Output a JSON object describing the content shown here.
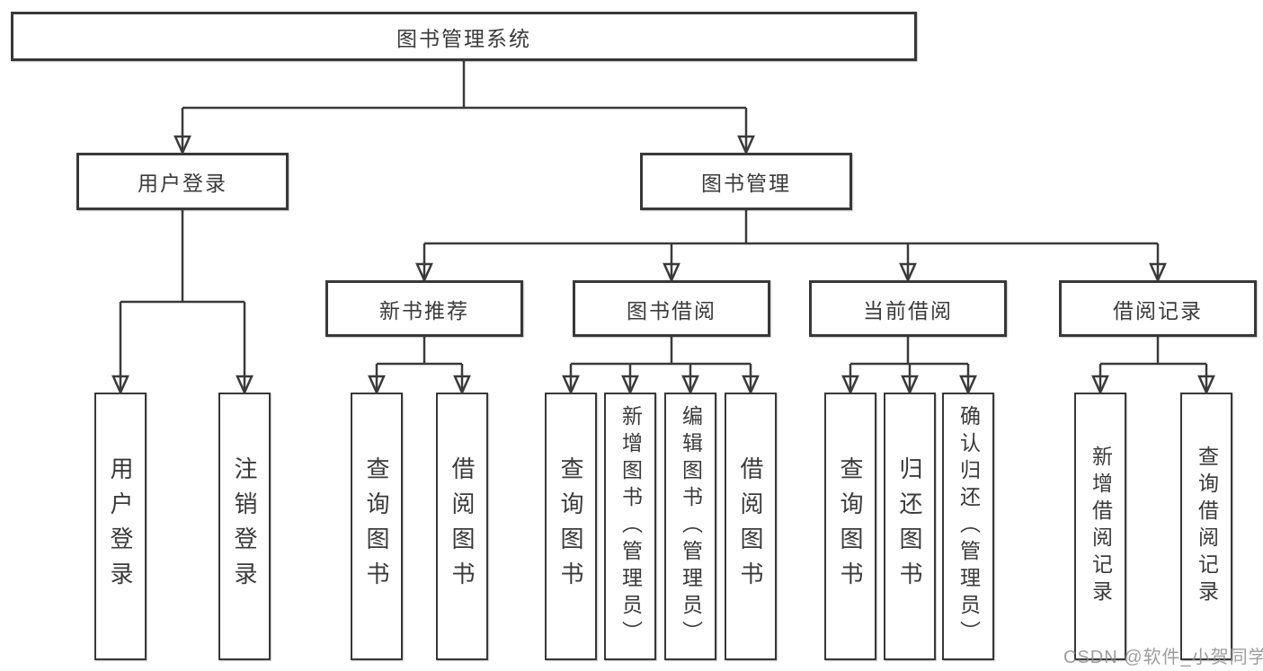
{
  "diagram": {
    "root": "图书管理系统",
    "branches": [
      {
        "label": "用户登录",
        "leaves": [
          "用户登录",
          "注销登录"
        ]
      },
      {
        "label": "图书管理",
        "children": [
          {
            "label": "新书推荐",
            "leaves": [
              "查询图书",
              "借阅图书"
            ]
          },
          {
            "label": "图书借阅",
            "leaves": [
              "查询图书",
              "新增图书（管理员）",
              "编辑图书（管理员）",
              "借阅图书"
            ]
          },
          {
            "label": "当前借阅",
            "leaves": [
              "查询图书",
              "归还图书",
              "确认归还（管理员）"
            ]
          },
          {
            "label": "借阅记录",
            "leaves": [
              "新增借阅记录",
              "查询借阅记录"
            ]
          }
        ]
      }
    ]
  },
  "watermark": "CSDN @软件_小贺同学",
  "colors": {
    "line": "#3a3a3a",
    "box_border": "#383838",
    "text": "#3a3a3a",
    "watermark": "#8c8c8c",
    "background": "#ffffff"
  }
}
